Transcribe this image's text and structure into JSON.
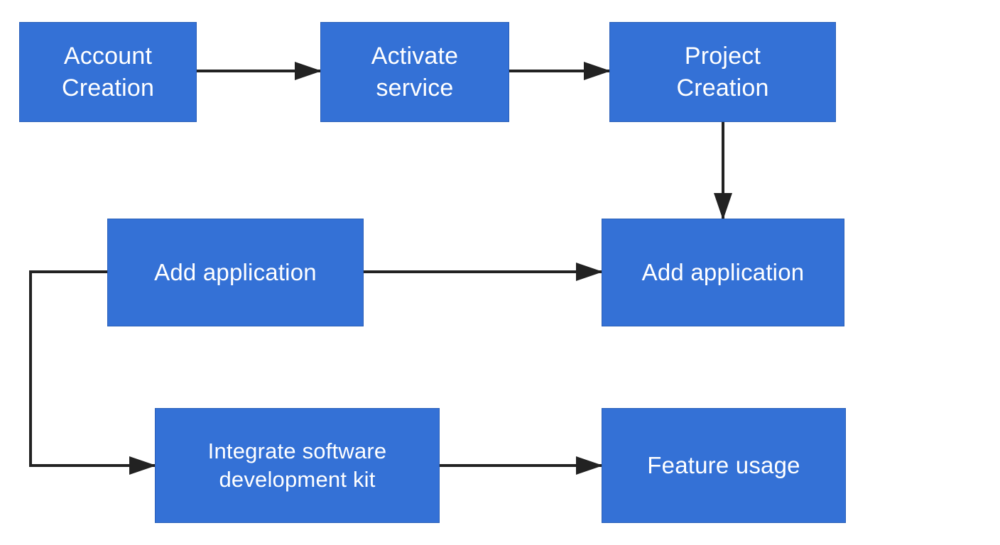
{
  "diagram": {
    "nodes": [
      {
        "id": "account_creation",
        "label": "Account\nCreation"
      },
      {
        "id": "activate_service",
        "label": "Activate\nservice"
      },
      {
        "id": "project_creation",
        "label": "Project\nCreation"
      },
      {
        "id": "add_application_left",
        "label": "Add application"
      },
      {
        "id": "add_application_right",
        "label": "Add application"
      },
      {
        "id": "integrate_sdk",
        "label": "Integrate software\ndevelopment kit"
      },
      {
        "id": "feature_usage",
        "label": "Feature usage"
      }
    ],
    "edges": [
      {
        "from": "account_creation",
        "to": "activate_service"
      },
      {
        "from": "activate_service",
        "to": "project_creation"
      },
      {
        "from": "project_creation",
        "to": "add_application_right"
      },
      {
        "from": "add_application_left",
        "to": "add_application_right"
      },
      {
        "from": "add_application_left",
        "to": "integrate_sdk"
      },
      {
        "from": "integrate_sdk",
        "to": "feature_usage"
      }
    ],
    "colors": {
      "node_fill": "#3471d6",
      "node_text": "#ffffff",
      "connector": "#222222"
    }
  }
}
